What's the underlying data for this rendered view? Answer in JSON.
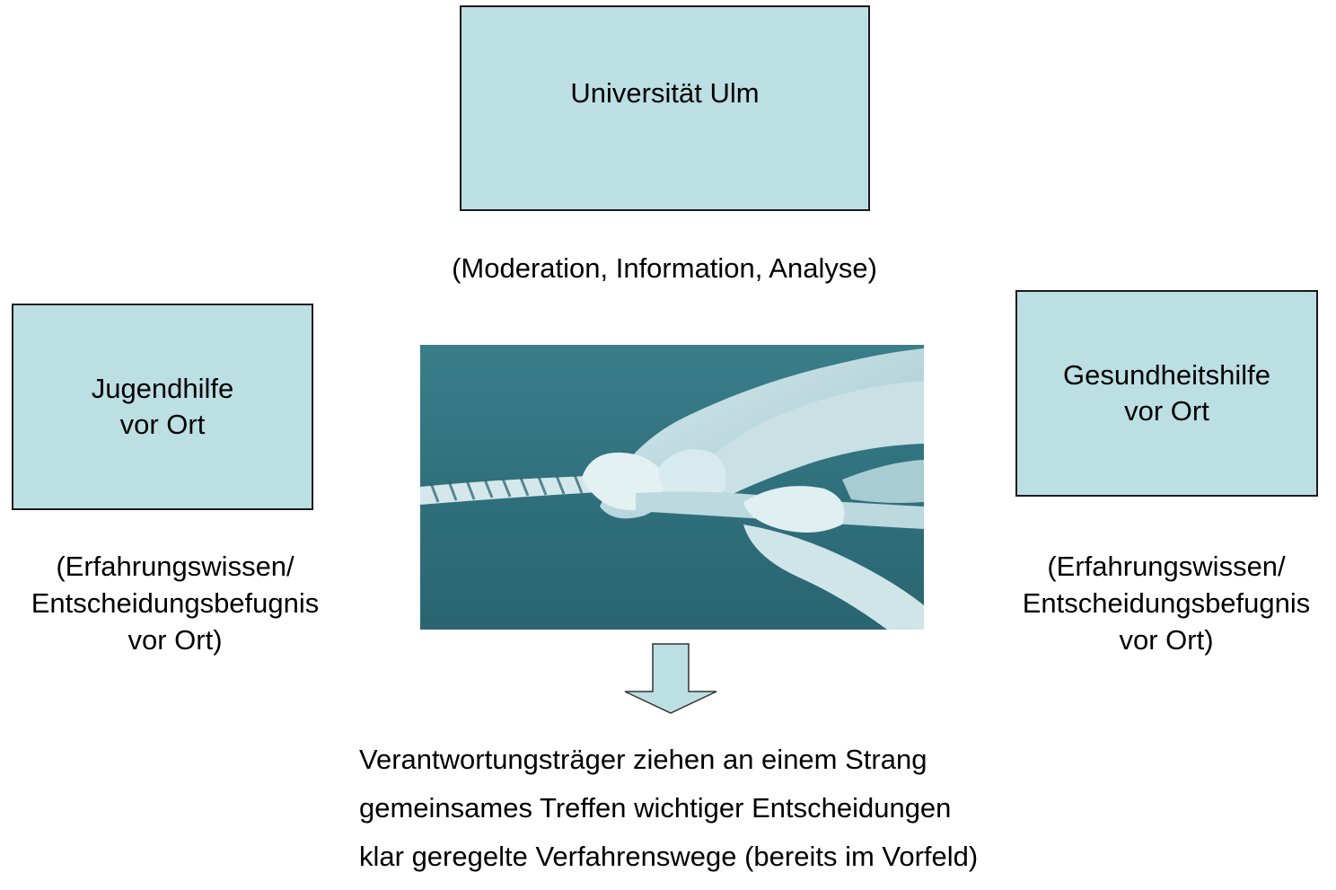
{
  "nodes": {
    "top": {
      "title": "Universität Ulm",
      "caption": "(Moderation, Information, Analyse)"
    },
    "left": {
      "line1": "Jugendhilfe",
      "line2": "vor Ort",
      "caption": [
        "(Erfahrungswissen/",
        "Entscheidungsbefugnis",
        "vor Ort)"
      ]
    },
    "right": {
      "line1": "Gesundheitshilfe",
      "line2": "vor Ort",
      "caption": [
        "(Erfahrungswissen/",
        "Entscheidungsbefugnis",
        "vor Ort)"
      ]
    }
  },
  "conclusions": [
    "Verantwortungsträger ziehen an einem Strang",
    "gemeinsames Treffen wichtiger Entscheidungen",
    "klar geregelte Verfahrenswege (bereits im Vorfeld)"
  ],
  "colors": {
    "box_fill": "#bcdfe3",
    "border": "#1a1a1a",
    "photo_tint": "#2f6f7c"
  },
  "icons": [
    "tug-of-war-photo",
    "down-arrow-icon"
  ]
}
